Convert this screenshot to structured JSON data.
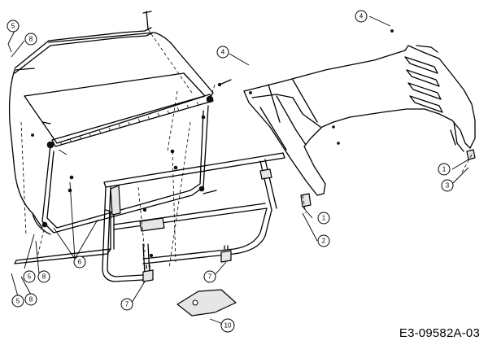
{
  "drawing": {
    "code": "E3-09582A-03"
  },
  "callouts": [
    {
      "id": "c5a",
      "label": "5"
    },
    {
      "id": "c8a",
      "label": "8"
    },
    {
      "id": "c4a",
      "label": "4"
    },
    {
      "id": "c4b",
      "label": "4"
    },
    {
      "id": "c1a",
      "label": "1"
    },
    {
      "id": "c3",
      "label": "3"
    },
    {
      "id": "c1b",
      "label": "1"
    },
    {
      "id": "c2",
      "label": "2"
    },
    {
      "id": "c6",
      "label": "6"
    },
    {
      "id": "c5b",
      "label": "5"
    },
    {
      "id": "c8b",
      "label": "8"
    },
    {
      "id": "c5c",
      "label": "5"
    },
    {
      "id": "c8c",
      "label": "8"
    },
    {
      "id": "c7a",
      "label": "7"
    },
    {
      "id": "c7b",
      "label": "7"
    },
    {
      "id": "c10",
      "label": "10"
    }
  ]
}
